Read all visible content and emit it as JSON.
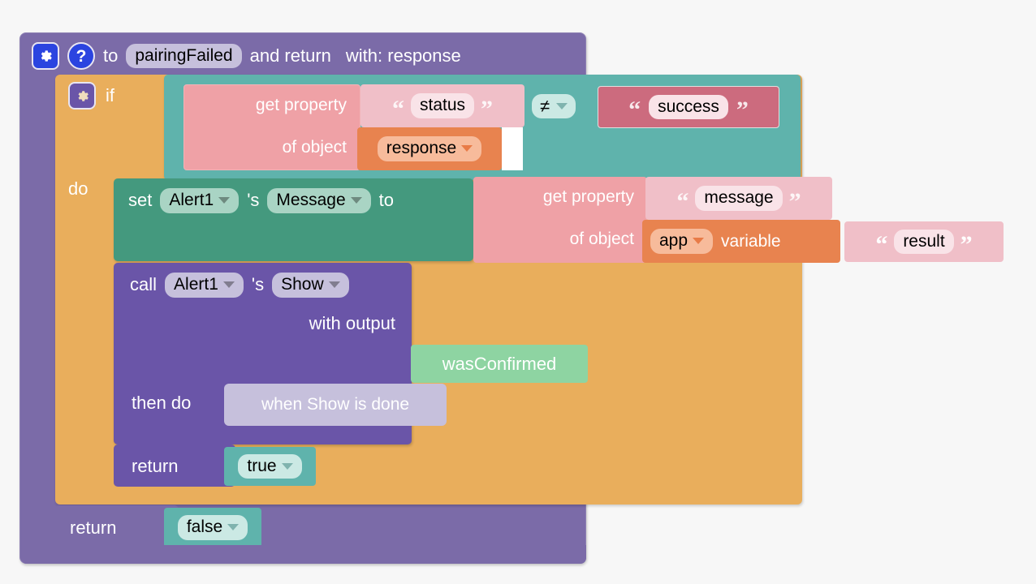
{
  "workspace": {
    "background_color": "#f7f7f7"
  },
  "procedure": {
    "gear_icon": "gear-icon",
    "help_icon": "help-icon",
    "keyword_to": "to",
    "name": "pairingFailed",
    "keyword_and_return": "and return",
    "params_label": "with: response",
    "color": "#7b6ba8"
  },
  "if_block": {
    "gear_icon": "gear-icon",
    "if_label": "if",
    "do_label": "do",
    "color": "#e9ae5c"
  },
  "condition": {
    "color": "#5fb3ac",
    "operator": "≠",
    "left": {
      "get_property_label": "get property",
      "of_object_label": "of object",
      "property_name": "status",
      "object_name": "response",
      "color": "#efa1a6"
    },
    "right": {
      "text_value": "success",
      "color": "#cc6b7e"
    }
  },
  "set_block": {
    "set_label": "set",
    "component": "Alert1",
    "possessive": "'s",
    "property": "Message",
    "to_label": "to",
    "color": "#44997e"
  },
  "value_get_property": {
    "get_property_label": "get property",
    "of_object_label": "of object",
    "property_name": "message",
    "object_scope": "app",
    "variable_label": "variable",
    "variable_name": "result",
    "color": "#efa1a6"
  },
  "call_block": {
    "call_label": "call",
    "component": "Alert1",
    "possessive": "'s",
    "method": "Show",
    "with_output_label": "with output",
    "output_var": "wasConfirmed",
    "then_do_label": "then do",
    "continuation_label": "when Show is done",
    "color": "#6a55a8"
  },
  "return_true": {
    "return_label": "return",
    "value": "true",
    "color": "#5fb3ac"
  },
  "return_false": {
    "return_label": "return",
    "value": "false",
    "color": "#5fb3ac"
  },
  "glyphs": {
    "open_quote": "“",
    "close_quote": "”",
    "question_mark": "?"
  }
}
